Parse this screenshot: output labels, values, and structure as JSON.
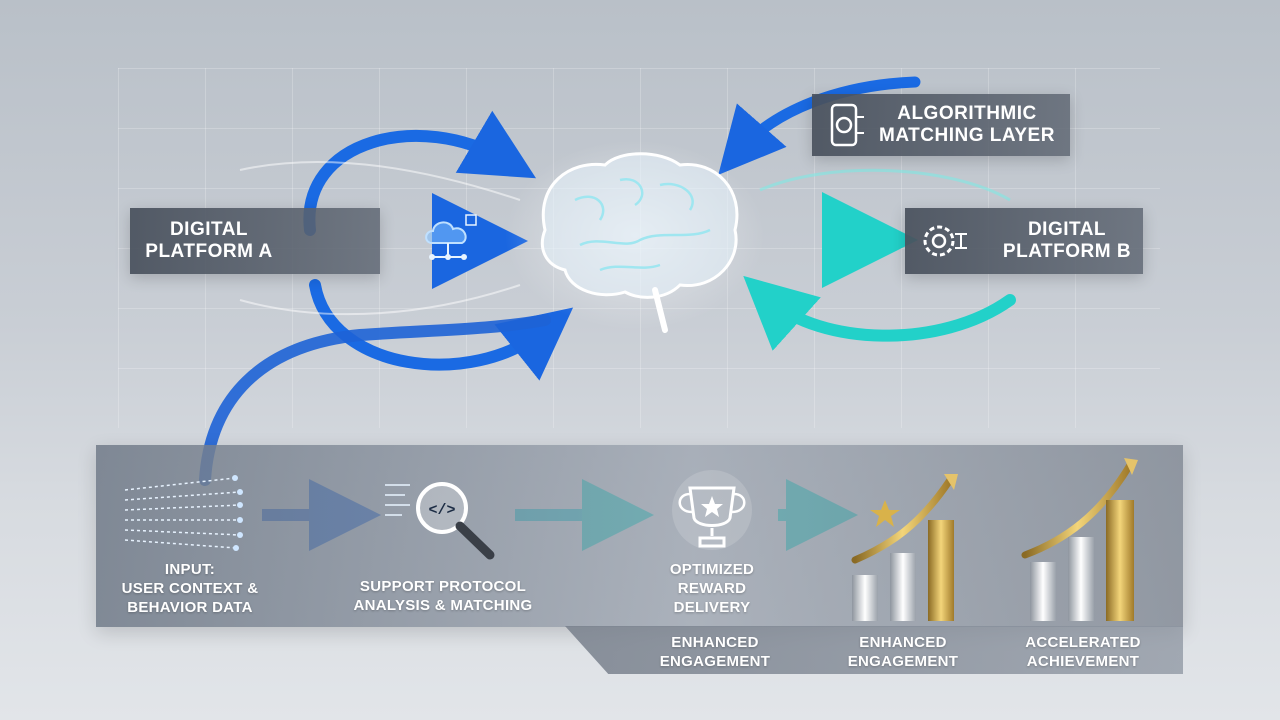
{
  "boxes": {
    "platform_a": "DIGITAL\nPLATFORM A",
    "platform_b": "DIGITAL\nPLATFORM B",
    "algorithmic": "ALGORITHMIC\nMATCHING LAYER"
  },
  "pipeline": {
    "input": "INPUT:\nUSER CONTEXT &\nBEHAVIOR DATA",
    "support": "SUPPORT PROTOCOL\nANALYSIS & MATCHING",
    "reward": "OPTIMIZED\nREWARD\nDELIVERY",
    "engagement_1": "ENHANCED\nENGAGEMENT",
    "engagement_2": "ENHANCED\nENGAGEMENT",
    "achievement": "ACCELERATED\nACHIEVEMENT"
  },
  "colors": {
    "blue_flow": "#1e6fe0",
    "cyan_flow": "#2fd6d0",
    "gold": "#d9b24a",
    "panel_dark": "#4a515c"
  },
  "icons": {
    "platform_a": "cloud-network-icon",
    "platform_b": "gear-icon",
    "algorithmic": "phone-settings-icon",
    "input": "data-stream-icon",
    "support": "code-magnifier-icon",
    "reward": "trophy-icon",
    "engagement": "bar-chart-star-icon",
    "achievement": "bar-chart-growth-icon",
    "center": "brain-icon"
  }
}
